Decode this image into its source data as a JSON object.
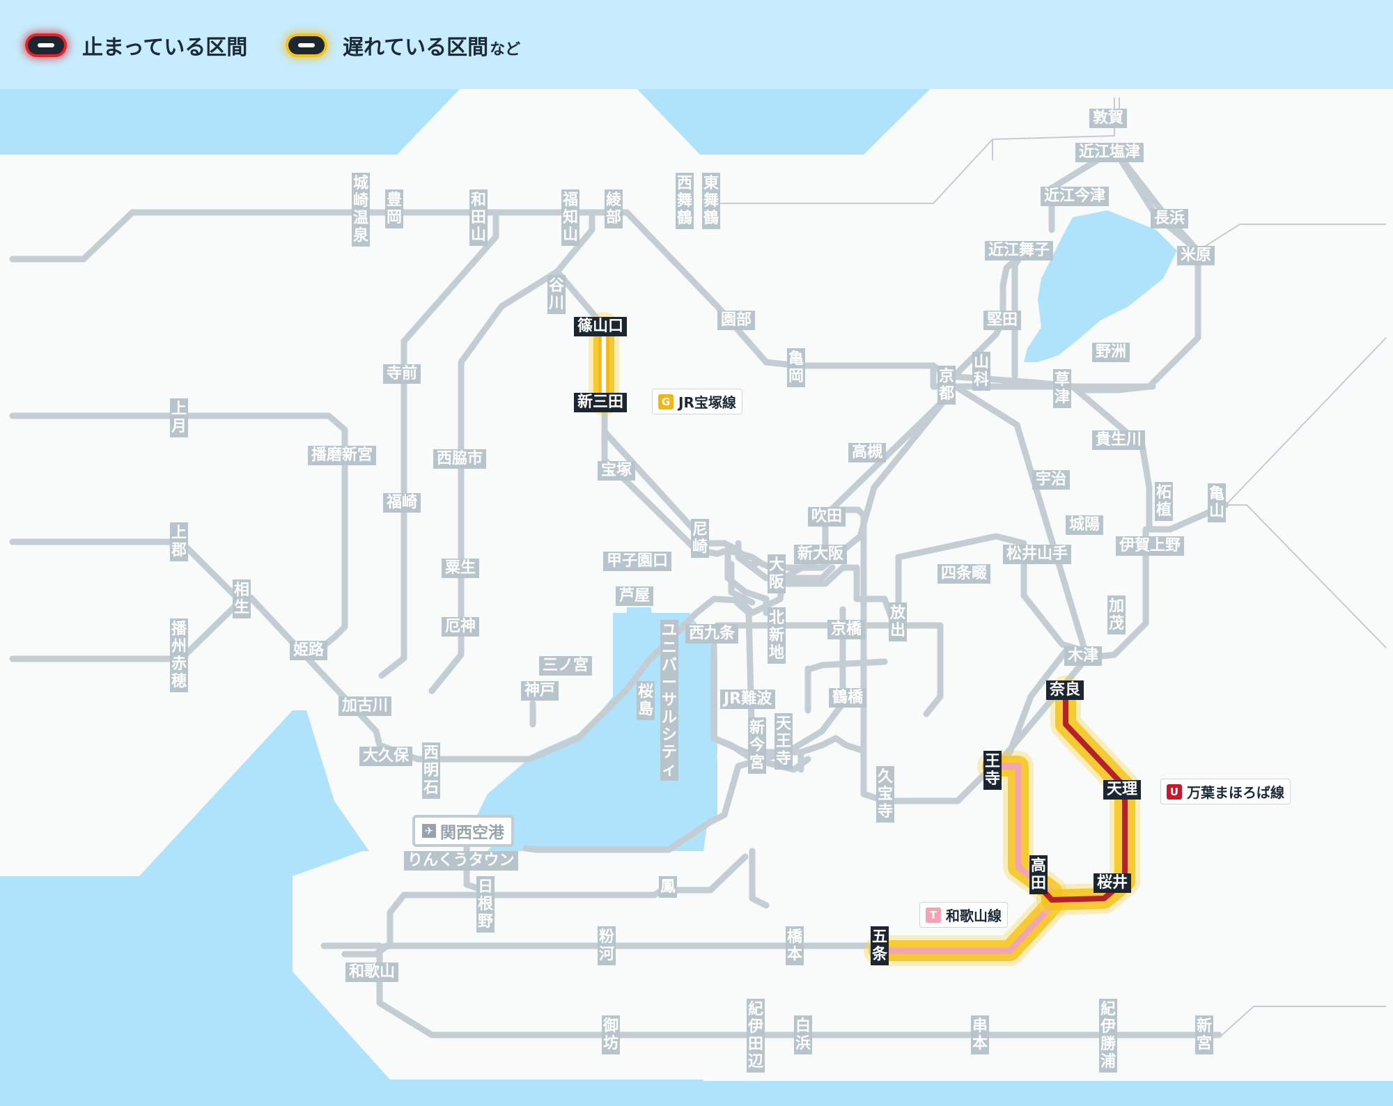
{
  "legend": {
    "stopped_label": "止まっている区間",
    "delayed_label": "遅れている区間",
    "delayed_suffix": "など"
  },
  "colors": {
    "sea": "#aee3fb",
    "land": "#f9fafa",
    "route": "#c3cdd3",
    "stopped": "#b5202c",
    "delayed_glow": "#f5c31b",
    "wakayama_line": "#f2a3b4"
  },
  "lines": {
    "takarazuka": {
      "code": "G",
      "name": "JR宝塚線",
      "color": "#f3b415"
    },
    "manyo": {
      "code": "U",
      "name": "万葉まほろば線",
      "color": "#c41a2c"
    },
    "wakayama": {
      "code": "T",
      "name": "和歌山線",
      "color": "#f2a3b4"
    }
  },
  "airport": {
    "icon": "airplane-icon",
    "label": "関西空港"
  },
  "stations": {
    "tsuruga": "敦賀",
    "omi_shiotsu": "近江塩津",
    "omi_imazu": "近江今津",
    "nagahama": "長浜",
    "maibara": "米原",
    "omi_maiko": "近江舞子",
    "katata": "堅田",
    "yasu": "野洲",
    "yamashina": "山科",
    "kusatsu": "草津",
    "kyoto": "京都",
    "kibukawa": "貴生川",
    "tsuge": "柘植",
    "kameyama_mie": "亀山",
    "uji": "宇治",
    "joyo": "城陽",
    "iga_ueno": "伊賀上野",
    "matsuiyamate": "松井山手",
    "kamo": "加茂",
    "kizu": "木津",
    "nara": "奈良",
    "tenri": "天理",
    "sakurai": "桜井",
    "takada": "高田",
    "oji": "王寺",
    "gojo": "五条",
    "hashimoto": "橋本",
    "kokawa": "粉河",
    "wakayama": "和歌山",
    "otori": "鳳",
    "hineno": "日根野",
    "rinku": "りんくうタウン",
    "kinokuni_wakayama": "御坊",
    "kii_tanabe": "紀伊田辺",
    "shirahama": "白浜",
    "kushimoto": "串本",
    "kii_katsuura": "紀伊勝浦",
    "shingu": "新宮",
    "kinosaki": "城崎温泉",
    "toyooka": "豊岡",
    "wadayama": "和田山",
    "fukuchiyama": "福知山",
    "ayabe": "綾部",
    "nishi_maizuru": "西舞鶴",
    "higashi_maizuru": "東舞鶴",
    "sonobe": "園部",
    "kameoka": "亀岡",
    "tanikawa": "谷川",
    "sasayamaguchi": "篠山口",
    "shinsanda": "新三田",
    "takarazuka": "宝塚",
    "teramae": "寺前",
    "kozuki": "上月",
    "harima_shingu": "播磨新宮",
    "nishiwakishi": "西脇市",
    "fukusaki": "福崎",
    "kamigori": "上郡",
    "aioi": "相生",
    "banshu_ako": "播州赤穂",
    "himeji": "姫路",
    "ao": "粟生",
    "yakujin": "厄神",
    "kakogawa": "加古川",
    "okubo": "大久保",
    "nishi_akashi": "西明石",
    "kobe": "神戸",
    "sannomiya": "三ノ宮",
    "ashiya": "芦屋",
    "koshienguchi": "甲子園口",
    "amagasaki": "尼崎",
    "suita": "吹田",
    "shin_osaka": "新大阪",
    "osaka": "大阪",
    "takatsuki": "高槻",
    "kitashinchi": "北新地",
    "kyobashi": "京橋",
    "hanaten": "放出",
    "shijonawate": "四条畷",
    "nishikujo": "西九条",
    "usj": "ユニバーサルシティ",
    "sakurajima": "桜島",
    "jr_namba": "JR難波",
    "shin_imamiya": "新今宮",
    "tennoji": "天王寺",
    "tsuruhashi": "鶴橋",
    "kyuhoji": "久宝寺"
  }
}
